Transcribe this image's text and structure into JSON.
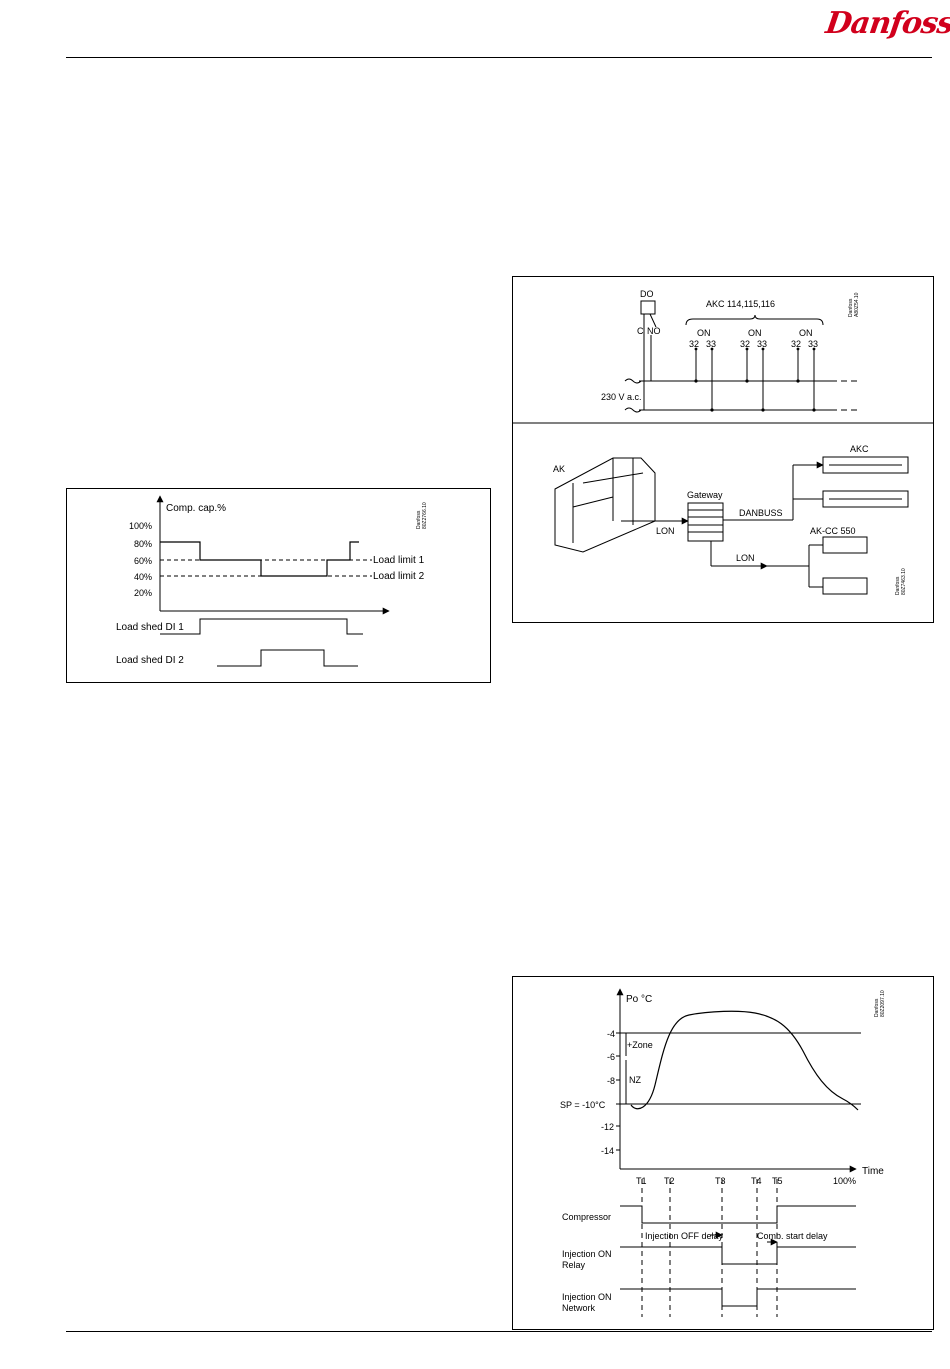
{
  "header": {
    "brand": "Danfoss"
  },
  "load_shed": {
    "y_title": "Comp. cap.%",
    "levels": [
      "100%",
      "80%",
      "60%",
      "40%",
      "20%"
    ],
    "limit1": "Load limit 1",
    "limit2": "Load limit 2",
    "di1": "Load shed DI 1",
    "di2": "Load shed DI 2",
    "code1": "Danfoss",
    "code2": "80Z2766.10"
  },
  "wiring": {
    "do": "DO",
    "c": "C",
    "no": "NO",
    "akc": "AKC 114,115,116",
    "on": [
      "ON",
      "ON",
      "ON"
    ],
    "terms": [
      "32",
      "33",
      "32",
      "33",
      "32",
      "33"
    ],
    "supply": "230 V a.c.",
    "code1": "Danfoss",
    "code2": "A80Z54.10"
  },
  "network": {
    "ak": "AK",
    "gateway": "Gateway",
    "lon1": "LON",
    "danbuss": "DANBUSS",
    "akc": "AKC",
    "lon2": "LON",
    "akcc": "AK-CC 550",
    "code1": "Danfoss",
    "code2": "80Z7463.10"
  },
  "timing": {
    "y_title": "Po °C",
    "y_ticks": [
      "-4",
      "-6",
      "-8",
      "SP = -10°C",
      "-12",
      "-14"
    ],
    "zone": "+Zone",
    "nz": "NZ",
    "x_title": "Time",
    "t_labels": [
      "T1",
      "T2",
      "T3",
      "T4",
      "T5",
      "100%"
    ],
    "compressor": "Compressor",
    "inj_off": "Injection OFF delay",
    "comb_start": "Comb. start delay",
    "relay_1": "Injection ON",
    "relay_2": "Relay",
    "network_1": "Injection ON",
    "network_2": "Network",
    "code1": "Danfoss",
    "code2": "80Z2097.10"
  }
}
